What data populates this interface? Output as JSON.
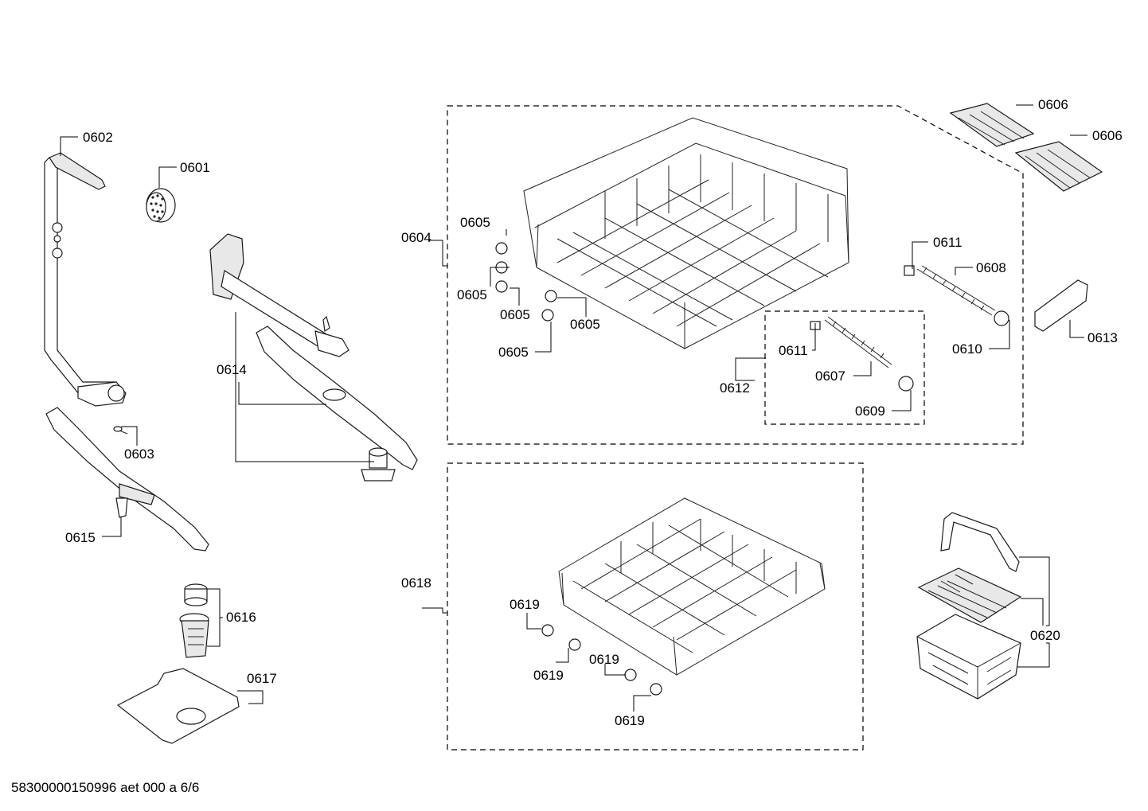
{
  "footer": {
    "doc_id": "58300000150996 aet 000 a 6/6"
  },
  "labels": {
    "p0601": "0601",
    "p0602": "0602",
    "p0603": "0603",
    "p0604": "0604",
    "p0605": "0605",
    "p0606": "0606",
    "p0607": "0607",
    "p0608": "0608",
    "p0609": "0609",
    "p0610": "0610",
    "p0611": "0611",
    "p0612": "0612",
    "p0613": "0613",
    "p0614": "0614",
    "p0615": "0615",
    "p0616": "0616",
    "p0617": "0617",
    "p0618": "0618",
    "p0619": "0619",
    "p0620": "0620"
  }
}
